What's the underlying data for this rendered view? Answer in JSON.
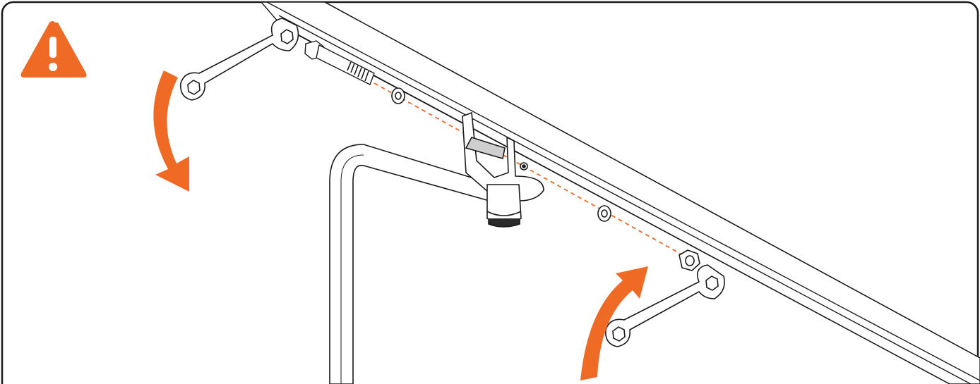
{
  "diagram": {
    "type": "assembly-instruction",
    "warning_icon": "warning-triangle-icon",
    "colors": {
      "accent": "#ef6a24",
      "line": "#1a1a1a",
      "background": "#ffffff",
      "dashed_axis": "#ef6a24"
    },
    "components": [
      "rail-beam",
      "bolt",
      "washer",
      "bracket",
      "tube-frame",
      "nut",
      "wrench-left",
      "wrench-right"
    ],
    "arrows": [
      {
        "name": "rotate-down-arrow",
        "direction": "clockwise-down"
      },
      {
        "name": "rotate-up-arrow",
        "direction": "counterclockwise-up"
      }
    ]
  }
}
